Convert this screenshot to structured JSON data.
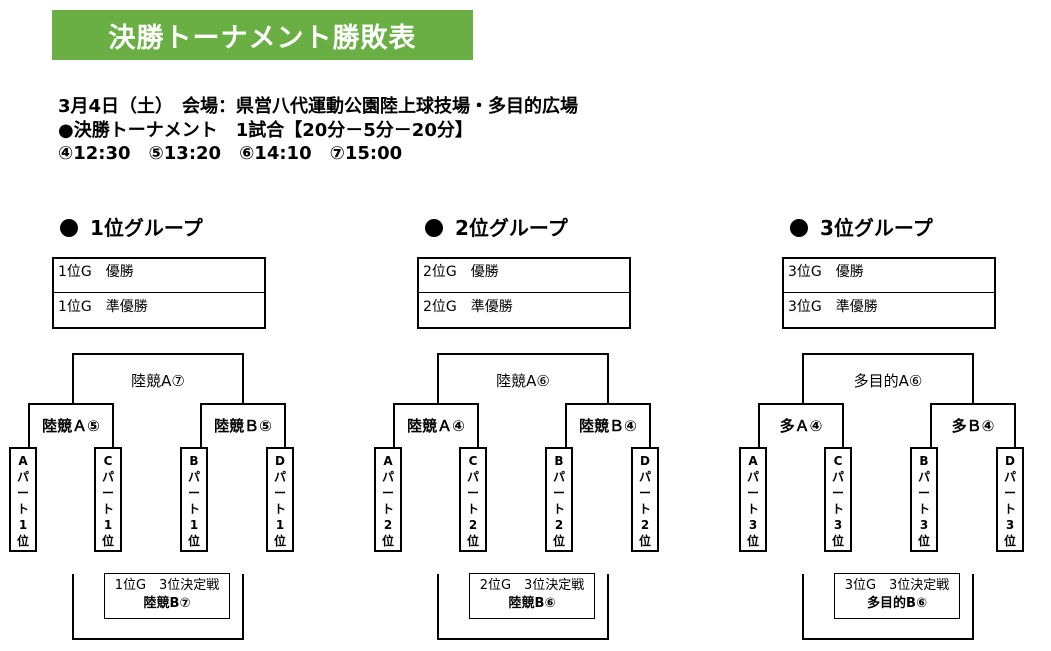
{
  "title": "決勝トーナメント勝敗表",
  "info": {
    "line1": "3月4日（土）　会場：県営八代運動公園陸上球技場・多目的広場",
    "line2": "●決勝トーナメント　1試合【20分－5分－20分】",
    "line3": "④12:30　⑤13:20　⑥14:10　⑦15:00"
  },
  "groups": [
    {
      "heading": "1位グループ",
      "winner": "1位G　優勝",
      "runner_up": "1位G　準優勝",
      "final_label": "陸競A⑦",
      "semi_left": "陸競Ａ⑤",
      "semi_right": "陸競Ｂ⑤",
      "teams": [
        [
          "A",
          "パ",
          "ー",
          "ト",
          "1",
          "位"
        ],
        [
          "C",
          "パ",
          "ー",
          "ト",
          "1",
          "位"
        ],
        [
          "B",
          "パ",
          "ー",
          "ト",
          "1",
          "位"
        ],
        [
          "D",
          "パ",
          "ー",
          "ト",
          "1",
          "位"
        ]
      ],
      "third_title": "1位G　3位決定戦",
      "third_venue": "陸競B⑦"
    },
    {
      "heading": "2位グループ",
      "winner": "2位G　優勝",
      "runner_up": "2位G　準優勝",
      "final_label": "陸競A⑥",
      "semi_left": "陸競Ａ④",
      "semi_right": "陸競Ｂ④",
      "teams": [
        [
          "A",
          "パ",
          "ー",
          "ト",
          "2",
          "位"
        ],
        [
          "C",
          "パ",
          "ー",
          "ト",
          "2",
          "位"
        ],
        [
          "B",
          "パ",
          "ー",
          "ト",
          "2",
          "位"
        ],
        [
          "D",
          "パ",
          "ー",
          "ト",
          "2",
          "位"
        ]
      ],
      "third_title": "2位G　3位決定戦",
      "third_venue": "陸競B⑥"
    },
    {
      "heading": "3位グループ",
      "winner": "3位G　優勝",
      "runner_up": "3位G　準優勝",
      "final_label": "多目的A⑥",
      "semi_left": "多Ａ④",
      "semi_right": "多Ｂ④",
      "teams": [
        [
          "A",
          "パ",
          "ー",
          "ト",
          "3",
          "位"
        ],
        [
          "C",
          "パ",
          "ー",
          "ト",
          "3",
          "位"
        ],
        [
          "B",
          "パ",
          "ー",
          "ト",
          "3",
          "位"
        ],
        [
          "D",
          "パ",
          "ー",
          "ト",
          "3",
          "位"
        ]
      ],
      "third_title": "3位G　3位決定戦",
      "third_venue": "多目的B⑥"
    }
  ]
}
